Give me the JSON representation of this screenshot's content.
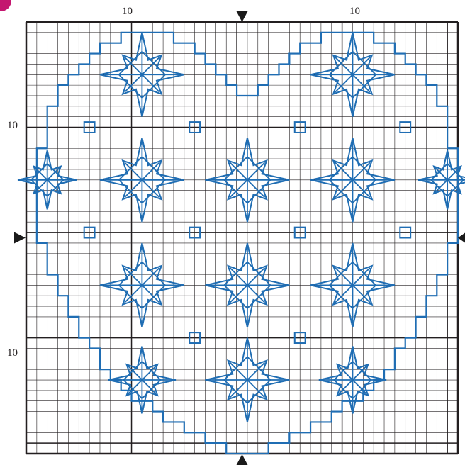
{
  "page": {
    "background": "#ffffff"
  },
  "colors": {
    "grid_minor": "#231f20",
    "grid_major": "#231f20",
    "stitch": "#1f6db3",
    "marker": "#1a1a1a",
    "badge": "#c4166f"
  },
  "labels": {
    "top_left": "10",
    "top_right": "10",
    "side_upper": "10",
    "side_lower": "10"
  },
  "chart_data": {
    "type": "cross-stitch-pattern",
    "motif": "heart",
    "grid": {
      "columns": 41,
      "rows": 41,
      "major_every": 10
    },
    "center_markers": [
      "top",
      "bottom",
      "left",
      "right"
    ],
    "stars": [
      {
        "col": 11,
        "row": 5,
        "scale": 1
      },
      {
        "col": 31,
        "row": 5,
        "scale": 1
      },
      {
        "col": 2,
        "row": 15,
        "scale": 0.7
      },
      {
        "col": 11,
        "row": 15,
        "scale": 1
      },
      {
        "col": 21,
        "row": 15,
        "scale": 1
      },
      {
        "col": 31,
        "row": 15,
        "scale": 1
      },
      {
        "col": 40,
        "row": 15,
        "scale": 0.7
      },
      {
        "col": 11,
        "row": 25,
        "scale": 1
      },
      {
        "col": 21,
        "row": 25,
        "scale": 1
      },
      {
        "col": 31,
        "row": 25,
        "scale": 1
      },
      {
        "col": 11,
        "row": 34,
        "scale": 0.8
      },
      {
        "col": 21,
        "row": 34,
        "scale": 1
      },
      {
        "col": 31,
        "row": 34,
        "scale": 0.8
      }
    ],
    "squares": [
      {
        "col": 6,
        "row": 10
      },
      {
        "col": 16,
        "row": 10
      },
      {
        "col": 26,
        "row": 10
      },
      {
        "col": 36,
        "row": 10
      },
      {
        "col": 6,
        "row": 20
      },
      {
        "col": 16,
        "row": 20
      },
      {
        "col": 26,
        "row": 20
      },
      {
        "col": 36,
        "row": 20
      },
      {
        "col": 16,
        "row": 30
      },
      {
        "col": 26,
        "row": 30
      }
    ]
  }
}
